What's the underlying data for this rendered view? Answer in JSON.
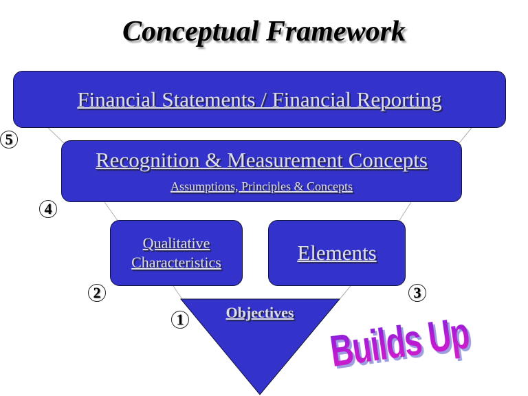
{
  "title": "Conceptual Framework",
  "colors": {
    "box_fill": "#3333cc",
    "box_text": "#dcdcf6",
    "builds_up_gradient": [
      "#7a22e0",
      "#d020c8"
    ],
    "builds_up_shadow": "#9d9de0"
  },
  "levels": [
    {
      "number": "1",
      "label": "Objectives"
    },
    {
      "number": "2",
      "label_lines": [
        "Qualitative",
        "Characteristics"
      ]
    },
    {
      "number": "3",
      "label": "Elements"
    },
    {
      "number": "4",
      "label": "Recognition & Measurement Concepts",
      "sublabel": "Assumptions, Principles & Concepts"
    },
    {
      "number": "5",
      "label": "Financial Statements / Financial Reporting"
    }
  ],
  "annotation": "Builds Up"
}
